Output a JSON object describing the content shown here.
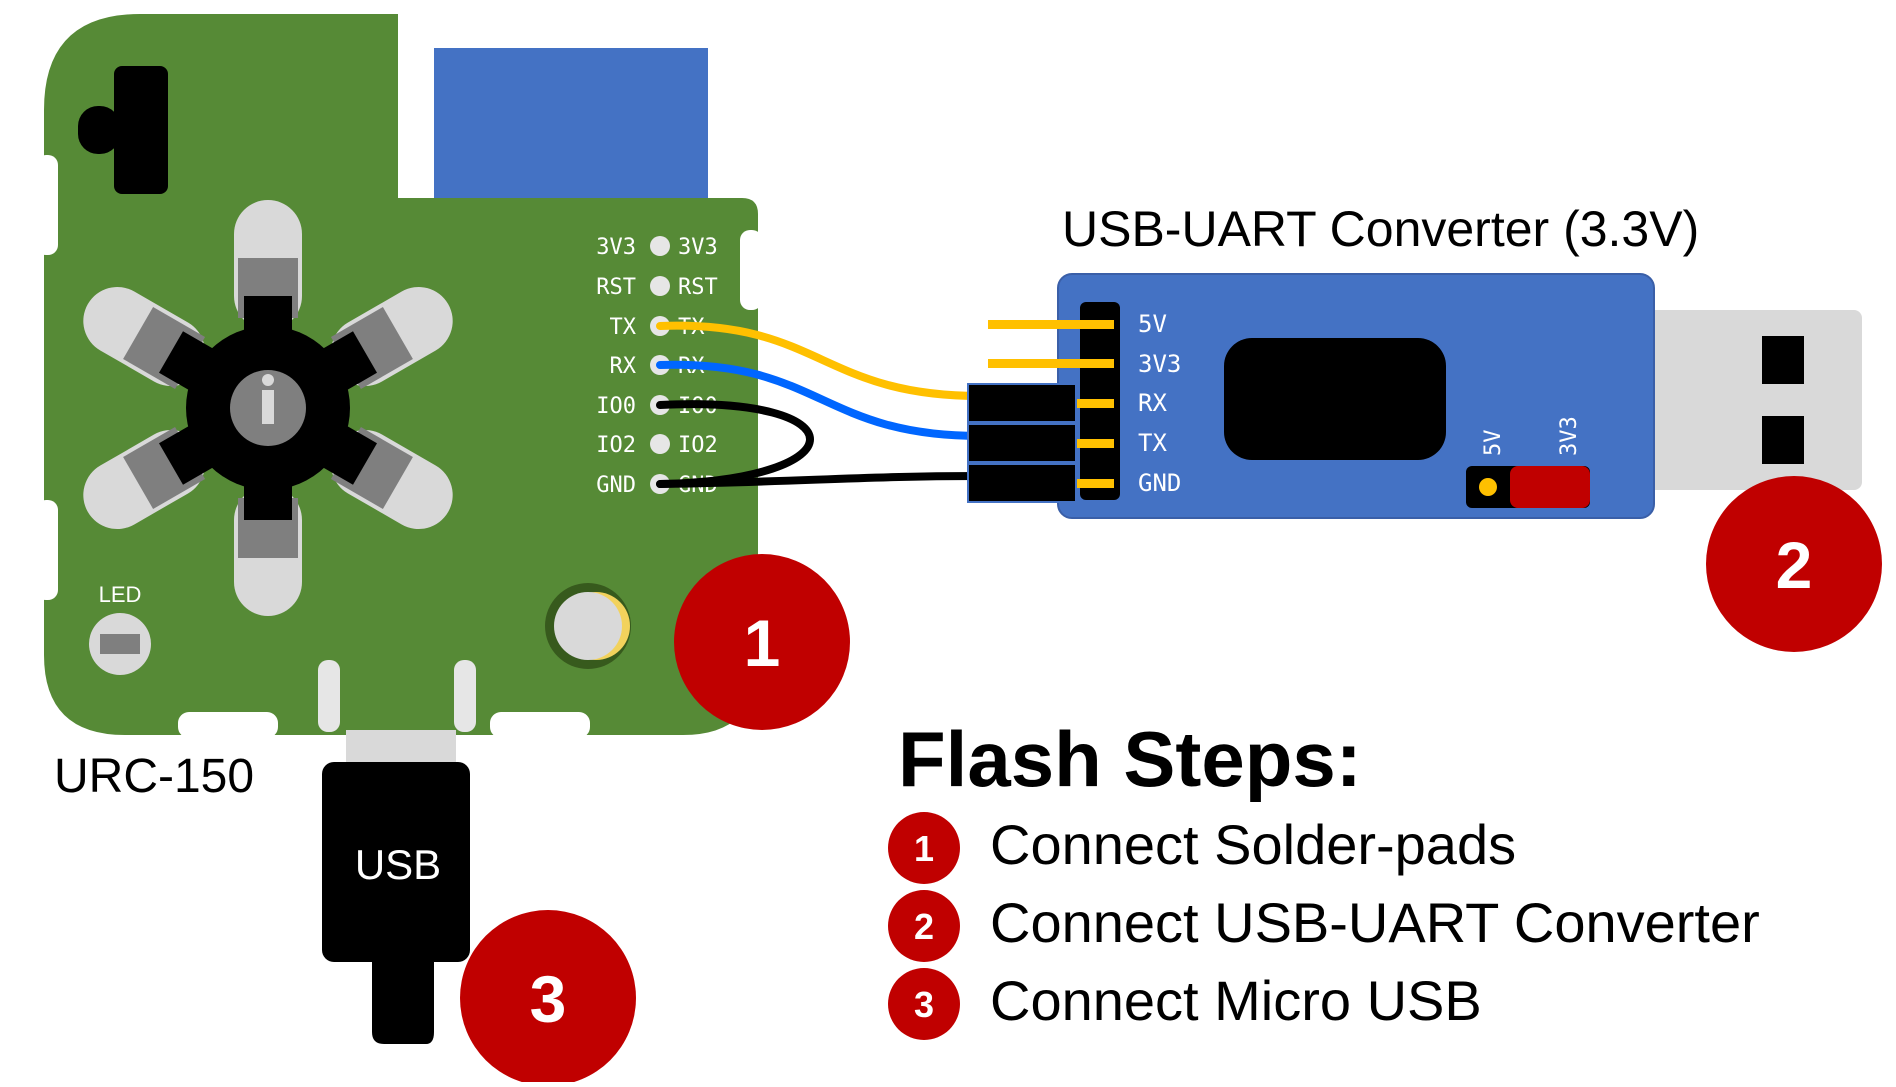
{
  "board": {
    "name": "URC-150",
    "led_label": "LED",
    "pads_left": [
      "3V3",
      "RST",
      "TX",
      "RX",
      "IO0",
      "IO2",
      "GND"
    ],
    "pads_right": [
      "3V3",
      "RST",
      "TX",
      "RX",
      "IO0",
      "IO2",
      "GND"
    ],
    "usb_label": "USB"
  },
  "converter": {
    "title": "USB-UART Converter (3.3V)",
    "pins": [
      "5V",
      "3V3",
      "RX",
      "TX",
      "GND"
    ],
    "jumper_left": "5V",
    "jumper_right": "3V3"
  },
  "markers": [
    {
      "num": "1"
    },
    {
      "num": "2"
    },
    {
      "num": "3"
    }
  ],
  "steps": {
    "title": "Flash Steps:",
    "items": [
      {
        "num": "1",
        "text": "Connect Solder-pads"
      },
      {
        "num": "2",
        "text": "Connect USB-UART Converter"
      },
      {
        "num": "3",
        "text": "Connect Micro USB"
      }
    ]
  },
  "colors": {
    "pcb": "#568a36",
    "converter": "#4472c4",
    "marker": "#c00000",
    "wire_tx": "#ffc000",
    "wire_rx": "#0066ff",
    "wire_gnd": "#000000"
  }
}
